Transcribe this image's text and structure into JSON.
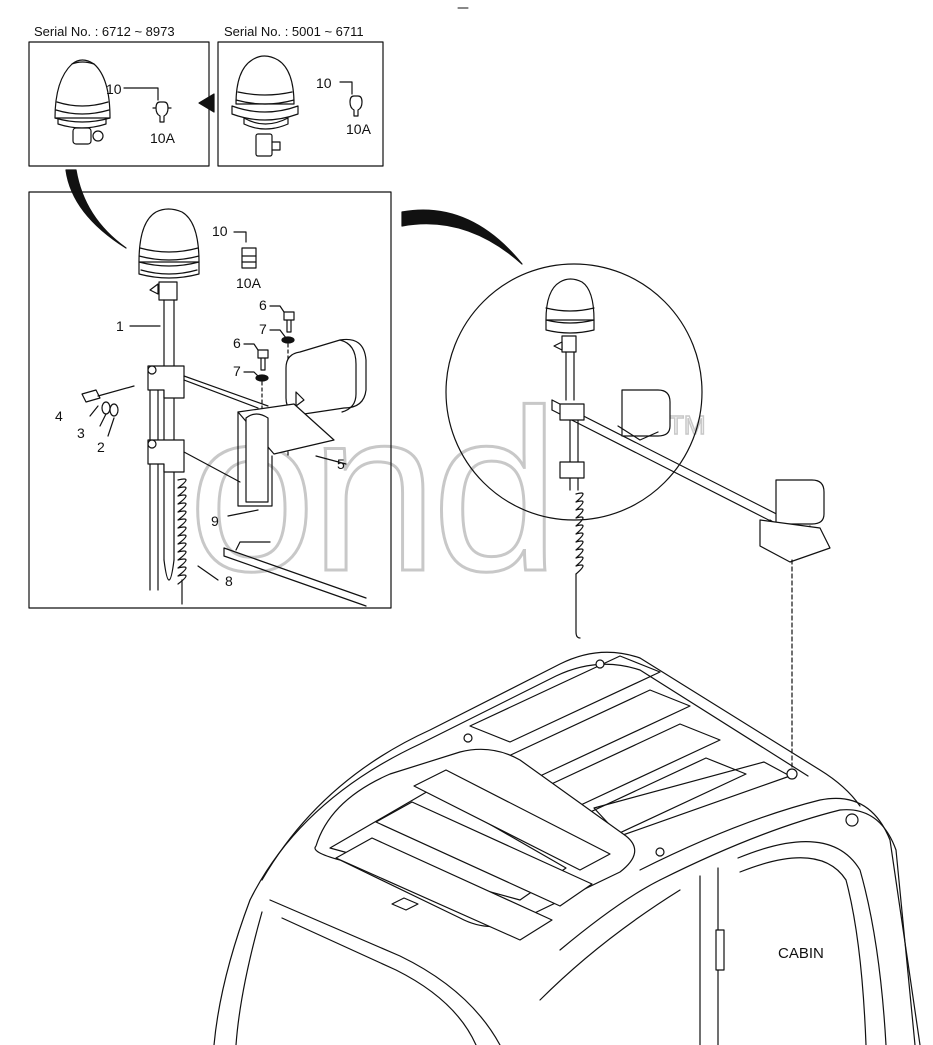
{
  "inset_left": {
    "serial": "Serial No. : 6712 ~ 8973",
    "part": "10",
    "bulb": "10A"
  },
  "inset_right": {
    "serial": "Serial No. : 5001 ~ 6711",
    "part": "10",
    "bulb": "10A"
  },
  "detail_labels": {
    "beacon": "10",
    "bulb": "10A",
    "pole": "1",
    "bolt_a": "6",
    "washer_a": "7",
    "bolt_b": "6",
    "washer_b": "7",
    "bolt_c": "4",
    "spring_washer": "3",
    "flat_washer": "2",
    "bracket": "5",
    "holder": "9",
    "cord": "8"
  },
  "cabin_label": "CABIN",
  "watermark": {
    "text": "ond",
    "tm": "TM"
  },
  "colors": {
    "line": "#111111",
    "watermark": "#c8c8c8",
    "background": "#ffffff"
  },
  "icons": [
    "arrow-left-icon",
    "bulb-icon"
  ]
}
